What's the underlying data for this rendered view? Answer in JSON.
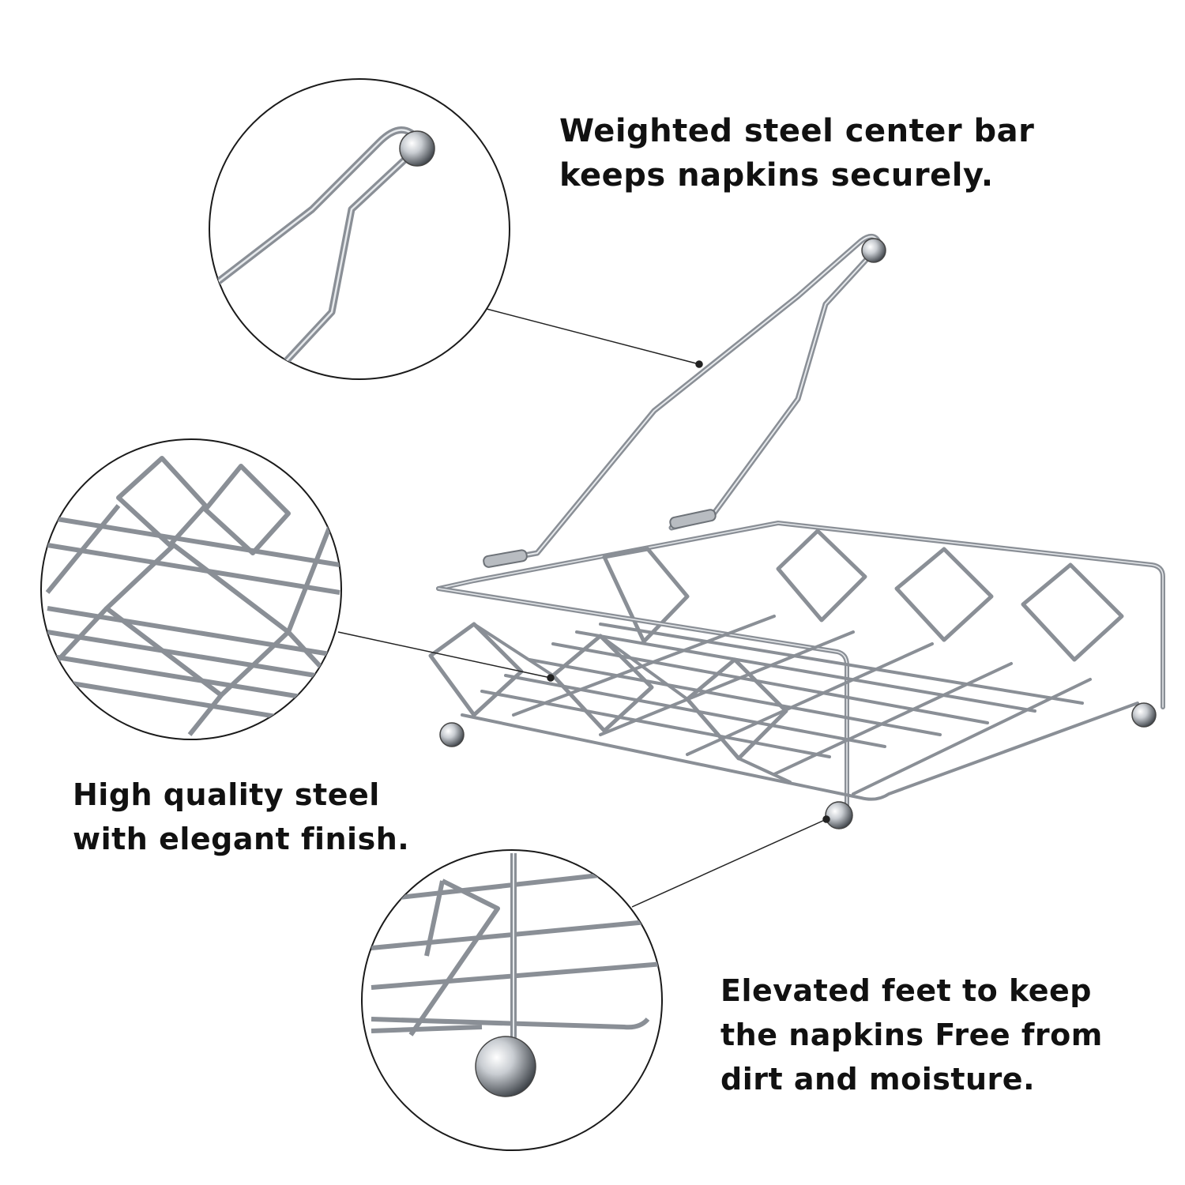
{
  "callouts": {
    "center_bar": {
      "lines": [
        "Weighted steel center bar",
        "keeps napkins securely."
      ]
    },
    "steel_quality": {
      "lines": [
        "High quality steel",
        "with elegant finish."
      ]
    },
    "elevated_feet": {
      "lines": [
        "Elevated feet to keep",
        "the napkins Free from",
        "dirt and moisture."
      ]
    }
  },
  "colors": {
    "background": "#ffffff",
    "text": "#111111",
    "wire": "#8a8f96",
    "wire_highlight": "#e6e9ec",
    "leader_line": "#222222",
    "circle_border": "#1a1a1a"
  }
}
